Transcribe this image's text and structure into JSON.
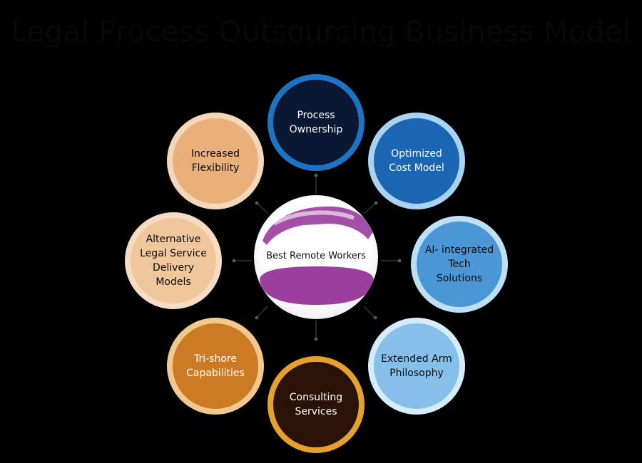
{
  "title": "Legal Process Outsourcing Business Model",
  "center": {
    "label": "Best Remote Workers",
    "accent": "#9b3f9f"
  },
  "nodes": [
    {
      "label": "Process\nOwnership",
      "fill": "#0b1834",
      "ring": "#1c74c4",
      "text": "#ffffff"
    },
    {
      "label": "Optimized\nCost Model",
      "fill": "#1b66b3",
      "ring": "#a9d3f2",
      "text": "#ffffff"
    },
    {
      "label": "AI- integrated\nTech Solutions",
      "fill": "#4b97d6",
      "ring": "#bde0f7",
      "text": "#0b0b0b"
    },
    {
      "label": "Extended Arm\nPhilosophy",
      "fill": "#86c0ea",
      "ring": "#d7ecfb",
      "text": "#0b0b0b"
    },
    {
      "label": "Consulting\nServices",
      "fill": "#2a1207",
      "ring": "#e6a12d",
      "text": "#ffffff"
    },
    {
      "label": "Tri-shore\nCapabilities",
      "fill": "#cc7a24",
      "ring": "#f1c98f",
      "text": "#ffffff"
    },
    {
      "label": "Alternative\nLegal Service\nDelivery\nModels",
      "fill": "#f0c79c",
      "ring": "#f6dcc4",
      "text": "#0b0b0b"
    },
    {
      "label": "Increased\nFlexibility",
      "fill": "#e9b07c",
      "ring": "#f4d6b8",
      "text": "#0b0b0b"
    }
  ]
}
